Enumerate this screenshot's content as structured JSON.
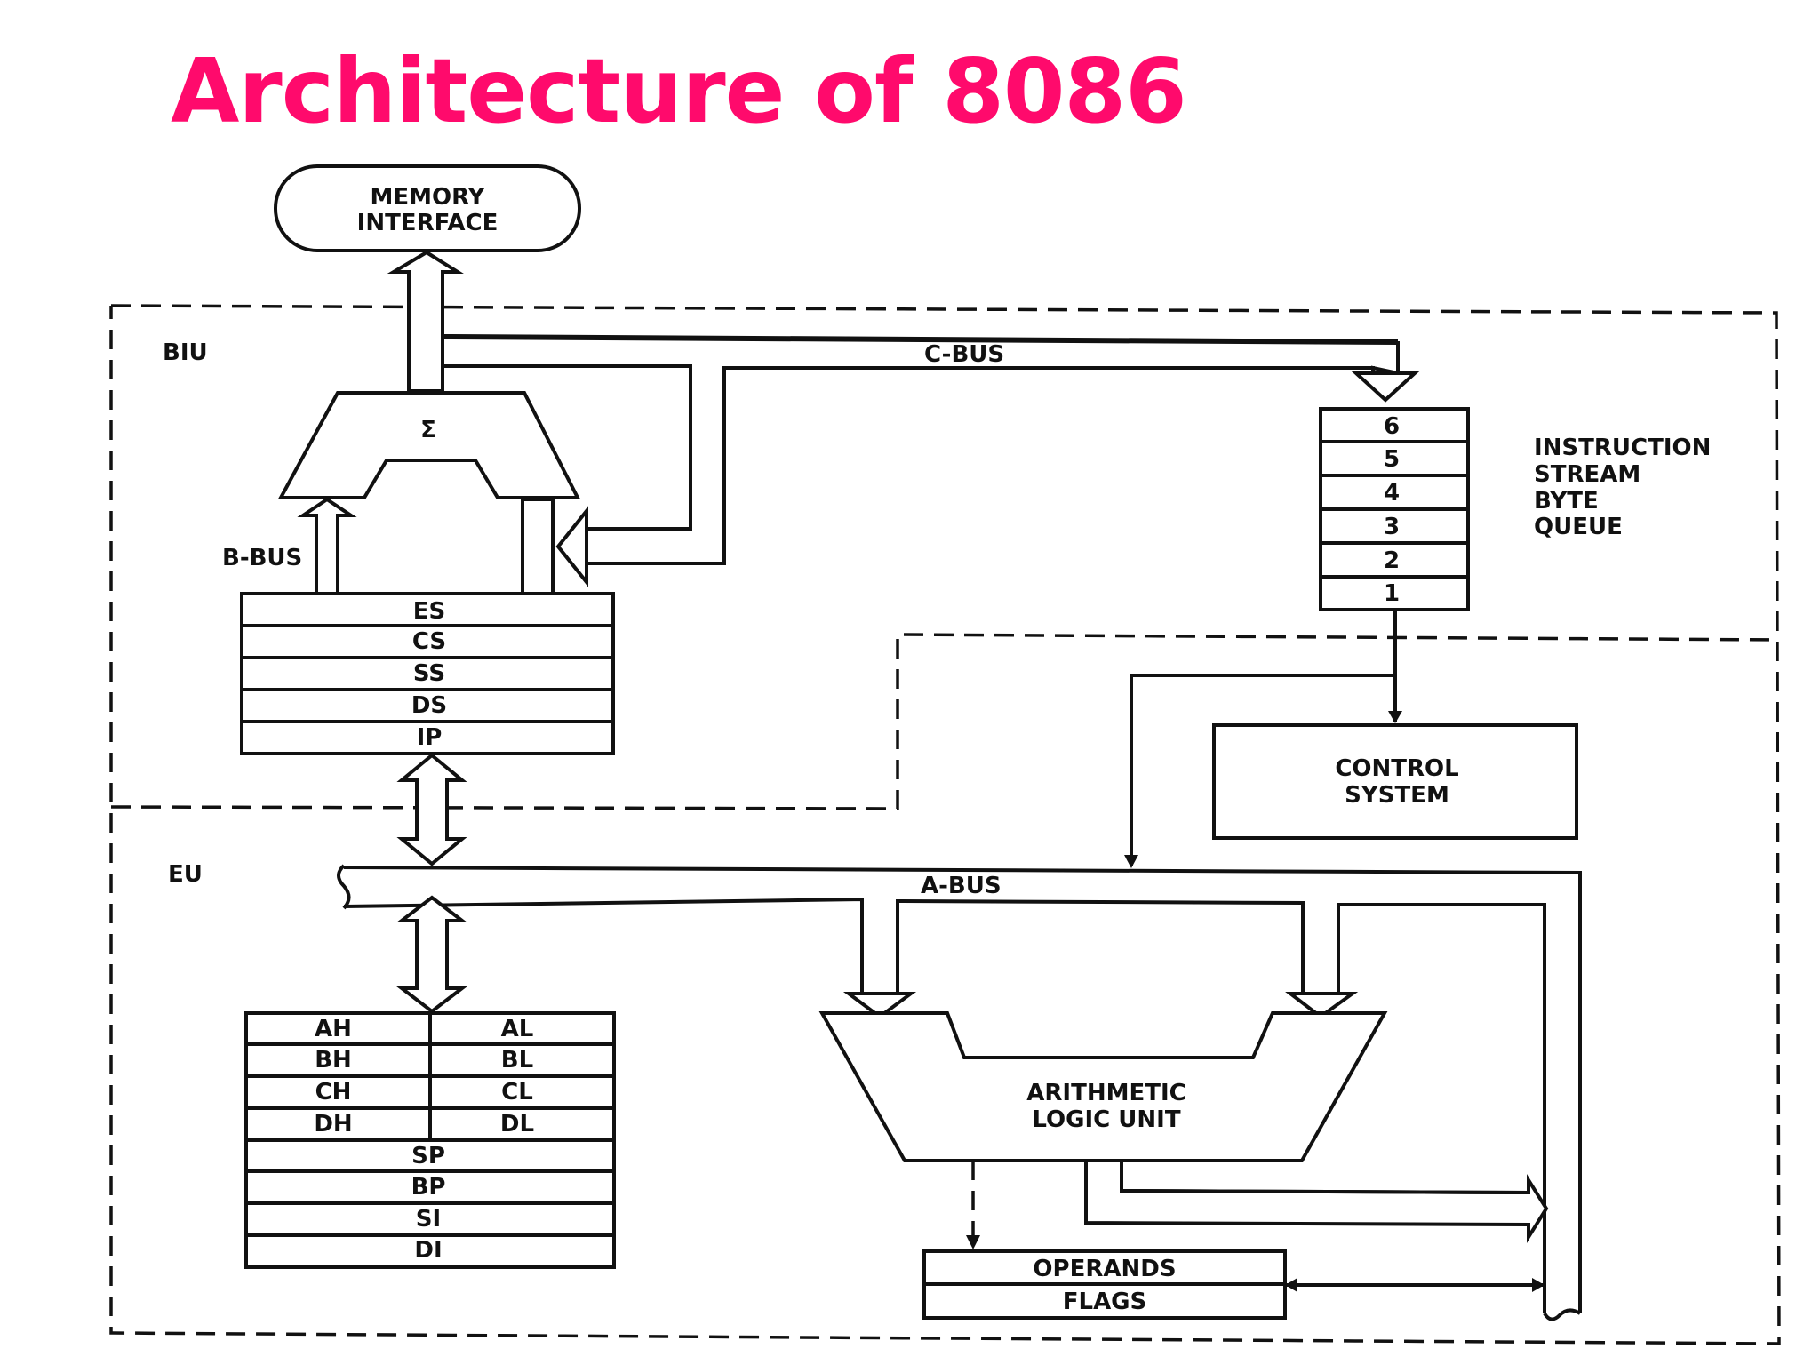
{
  "title": "Architecture of 8086",
  "labels": {
    "memory_interface": [
      "MEMORY",
      "INTERFACE"
    ],
    "biu": "BIU",
    "eu": "EU",
    "c_bus": "C-BUS",
    "b_bus": "B-BUS",
    "a_bus": "A-BUS",
    "sigma": "Σ",
    "instruction_queue": [
      "INSTRUCTION",
      "STREAM",
      "BYTE",
      "QUEUE"
    ],
    "control_system": [
      "CONTROL",
      "SYSTEM"
    ],
    "alu": [
      "ARITHMETIC",
      "LOGIC UNIT"
    ]
  },
  "segment_registers": [
    "ES",
    "CS",
    "SS",
    "DS",
    "IP"
  ],
  "queue_bytes": [
    "6",
    "5",
    "4",
    "3",
    "2",
    "1"
  ],
  "general_registers": [
    [
      "AH",
      "AL"
    ],
    [
      "BH",
      "BL"
    ],
    [
      "CH",
      "CL"
    ],
    [
      "DH",
      "DL"
    ]
  ],
  "pointer_registers": [
    "SP",
    "BP",
    "SI",
    "DI"
  ],
  "operand_registers": [
    "OPERANDS",
    "FLAGS"
  ]
}
